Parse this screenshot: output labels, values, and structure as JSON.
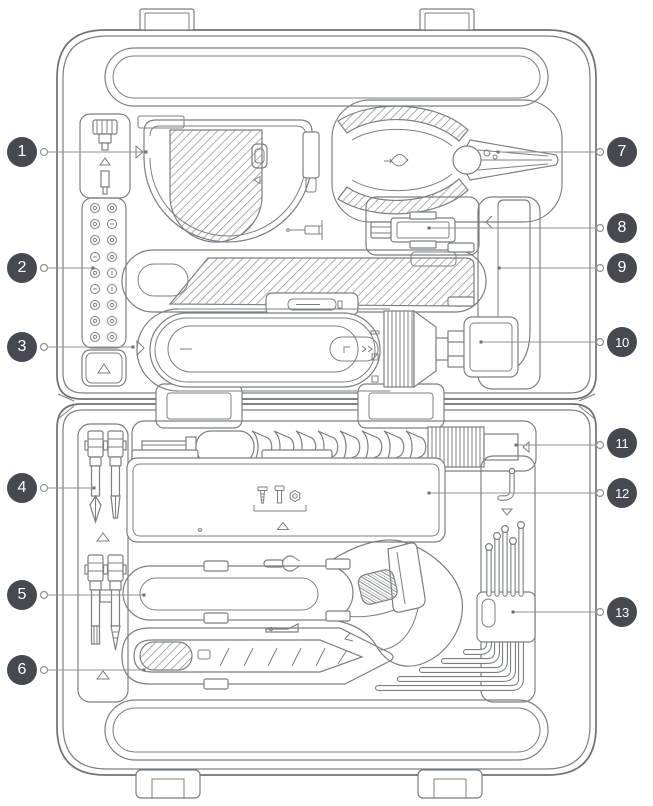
{
  "figure": {
    "kind": "toolkit-case-diagram",
    "description_visible_text_only": true
  },
  "colors": {
    "line": "#7b7f84",
    "leader": "#8f9296",
    "badge": "#46494f",
    "badge_text": "#ffffff",
    "background": "#ffffff"
  },
  "callouts": [
    {
      "number": "1",
      "tool": "tape-measure"
    },
    {
      "number": "2",
      "tool": "screwdriver-bit-set"
    },
    {
      "number": "3",
      "tool": "electric-screwdriver"
    },
    {
      "number": "4",
      "tool": "double-ended-bits"
    },
    {
      "number": "5",
      "tool": "adjustable-wrench"
    },
    {
      "number": "6",
      "tool": "utility-knife"
    },
    {
      "number": "7",
      "tool": "needle-nose-pliers"
    },
    {
      "number": "8",
      "tool": "bit-extension-rod"
    },
    {
      "number": "9",
      "tool": "l-shaped-tool"
    },
    {
      "number": "10",
      "tool": "driver-adapter-block"
    },
    {
      "number": "11",
      "tool": "flexible-shaft"
    },
    {
      "number": "12",
      "tool": "accessory-parts-box"
    },
    {
      "number": "13",
      "tool": "hex-key-set"
    }
  ]
}
